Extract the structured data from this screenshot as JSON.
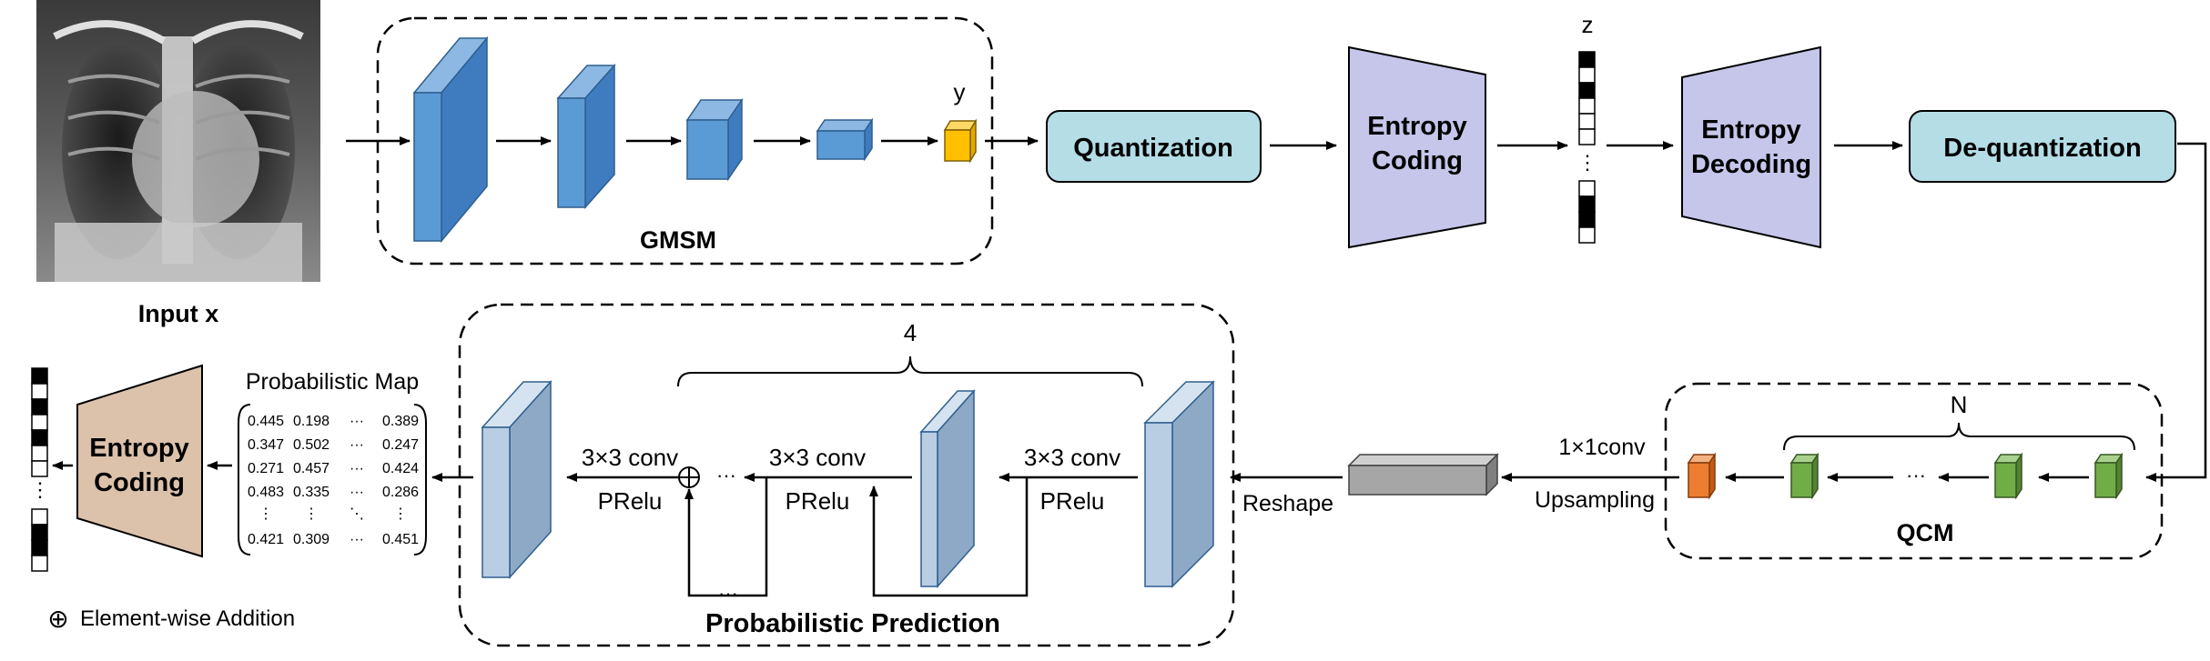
{
  "input_label": "Input x",
  "gmsm": {
    "title": "GMSM",
    "output_label": "y"
  },
  "quantization_label": "Quantization",
  "entropy_coding_top": {
    "line1": "Entropy",
    "line2": "Coding"
  },
  "z_label": "z",
  "entropy_decoding": {
    "line1": "Entropy",
    "line2": "Decoding"
  },
  "dequantization_label": "De-quantization",
  "qcm": {
    "title": "QCM",
    "repeat_label": "N",
    "dots": "···"
  },
  "upsampling": {
    "conv_label": "1×1conv",
    "label": "Upsampling"
  },
  "reshape_label": "Reshape",
  "prob_pred": {
    "title": "Probabilistic Prediction",
    "repeat_label": "4",
    "conv_label": "3×3 conv",
    "act_label": "PRelu",
    "dots": "···"
  },
  "prob_map": {
    "title": "Probabilistic Map",
    "rows": [
      [
        "0.445",
        "0.198",
        "···",
        "0.389"
      ],
      [
        "0.347",
        "0.502",
        "···",
        "0.247"
      ],
      [
        "0.271",
        "0.457",
        "···",
        "0.424"
      ],
      [
        "0.483",
        "0.335",
        "···",
        "0.286"
      ],
      [
        "⋮",
        "⋮",
        "⋱",
        "⋮"
      ],
      [
        "0.421",
        "0.309",
        "···",
        "0.451"
      ]
    ]
  },
  "entropy_coding_bottom": {
    "line1": "Entropy",
    "line2": "Coding"
  },
  "legend": {
    "symbol": "⊕",
    "text": "Element-wise Addition"
  },
  "colors": {
    "blue_block": "#5b9bd5",
    "light_blue_block": "#9fb8d1",
    "yellow_block": "#ffc000",
    "green_block": "#70ad47",
    "orange_block": "#ed7d31",
    "quant_box": "#b4dde6",
    "entropy_trap": "#c5c6ea",
    "entropy_bottom_trap": "#dcc2ab",
    "gray_block": "#a6a6a6"
  }
}
